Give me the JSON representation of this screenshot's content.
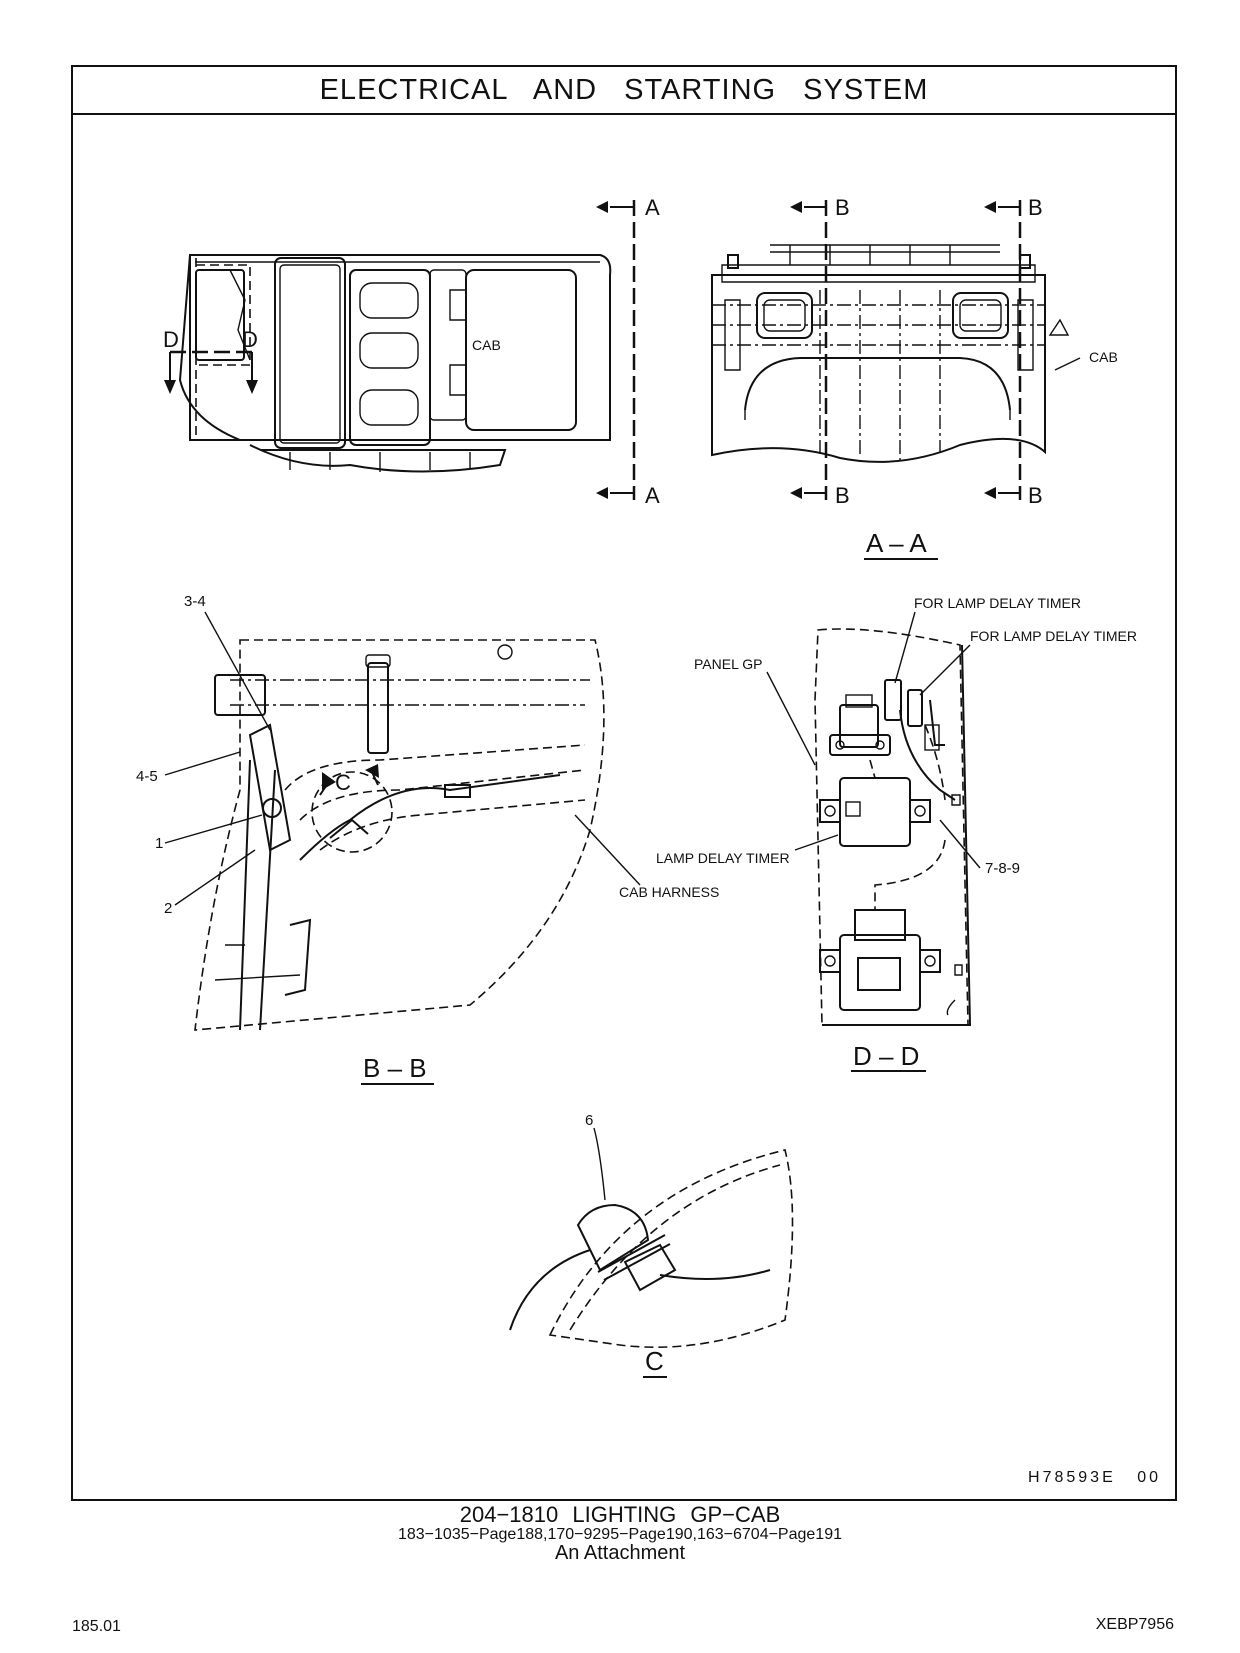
{
  "header": {
    "title": "ELECTRICAL AND STARTING SYSTEM"
  },
  "views": {
    "top": {
      "section_marks": [
        "D",
        "D"
      ],
      "cab_label": "CAB"
    },
    "aa": {
      "title": "A – A",
      "marks": [
        "A",
        "A",
        "B",
        "B",
        "B",
        "B"
      ],
      "cab_label": "CAB"
    },
    "bb": {
      "title": "B – B",
      "callouts": [
        "3-4",
        "4-5",
        "1",
        "2"
      ],
      "detail_mark": "C",
      "harness_label": "CAB HARNESS"
    },
    "dd": {
      "title": "D – D",
      "label_timer_1": "FOR LAMP DELAY TIMER",
      "label_timer_2": "FOR LAMP DELAY TIMER",
      "label_panel": "PANEL GP",
      "label_lamp_timer": "LAMP DELAY TIMER",
      "callout_789": "7-8-9"
    },
    "c": {
      "title": "C",
      "callout": "6"
    }
  },
  "ref_code": "H78593E 00",
  "caption": {
    "line1": "204−1810 LIGHTING GP−CAB",
    "line2": "183−1035−Page188,170−9295−Page190,163−6704−Page191",
    "line3": "An Attachment"
  },
  "footer": {
    "page_number": "185.01",
    "doc_number": "XEBP7956"
  }
}
